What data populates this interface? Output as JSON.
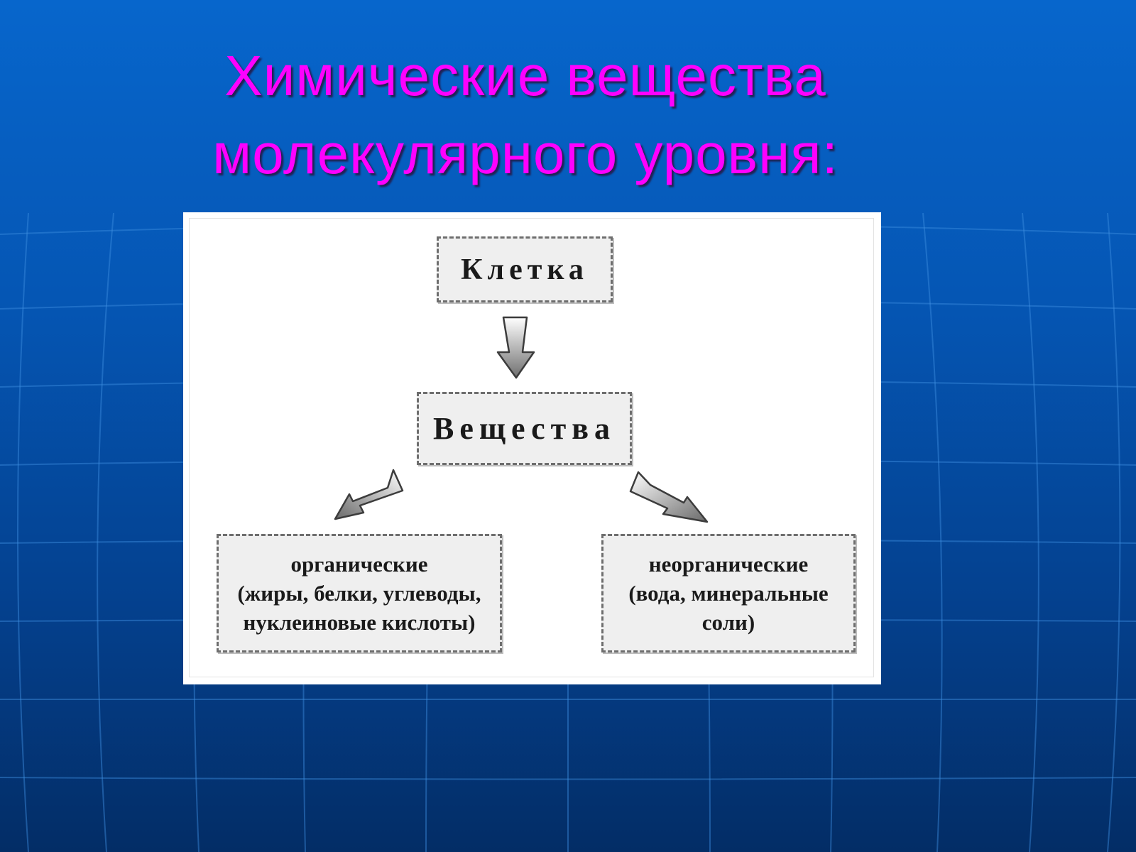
{
  "slide": {
    "title_line1": "Химические вещества",
    "title_line2": "молекулярного уровня:",
    "title_color": "#ff00ff",
    "background_color": "#0556b4"
  },
  "diagram": {
    "root": "Клетка",
    "middle": "Вещества",
    "left_leaf": "органические\n(жиры, белки, углеводы,\nнуклеиновые кислоты)",
    "right_leaf": "неорганические\n(вода, минеральные\nсоли)",
    "box_fill_color": "#efefef",
    "arrow_fill_color": "#8a8a8a"
  }
}
